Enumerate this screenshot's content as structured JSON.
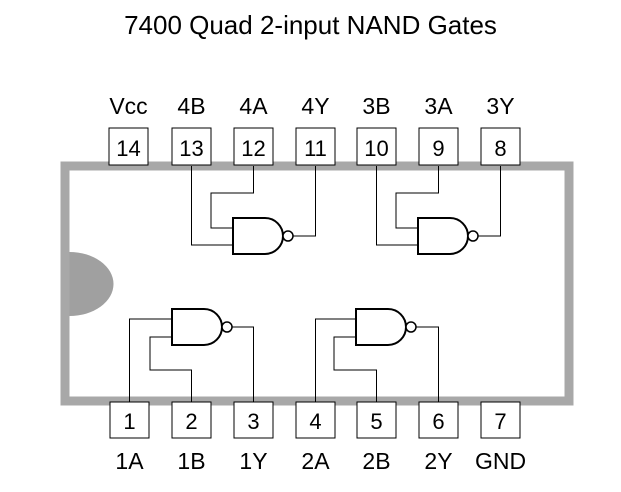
{
  "title": "7400 Quad 2-input NAND Gates",
  "colors": {
    "body_fill": "#ffffff",
    "body_border": "#a8a8a8",
    "notch": "#a0a0a0",
    "line": "#000000"
  },
  "top_pins": [
    {
      "number": "14",
      "label": "Vcc"
    },
    {
      "number": "13",
      "label": "4B"
    },
    {
      "number": "12",
      "label": "4A"
    },
    {
      "number": "11",
      "label": "4Y"
    },
    {
      "number": "10",
      "label": "3B"
    },
    {
      "number": "9",
      "label": "3A"
    },
    {
      "number": "8",
      "label": "3Y"
    }
  ],
  "bottom_pins": [
    {
      "number": "1",
      "label": "1A"
    },
    {
      "number": "2",
      "label": "1B"
    },
    {
      "number": "3",
      "label": "1Y"
    },
    {
      "number": "4",
      "label": "2A"
    },
    {
      "number": "5",
      "label": "2B"
    },
    {
      "number": "6",
      "label": "2Y"
    },
    {
      "number": "7",
      "label": "GND"
    }
  ]
}
